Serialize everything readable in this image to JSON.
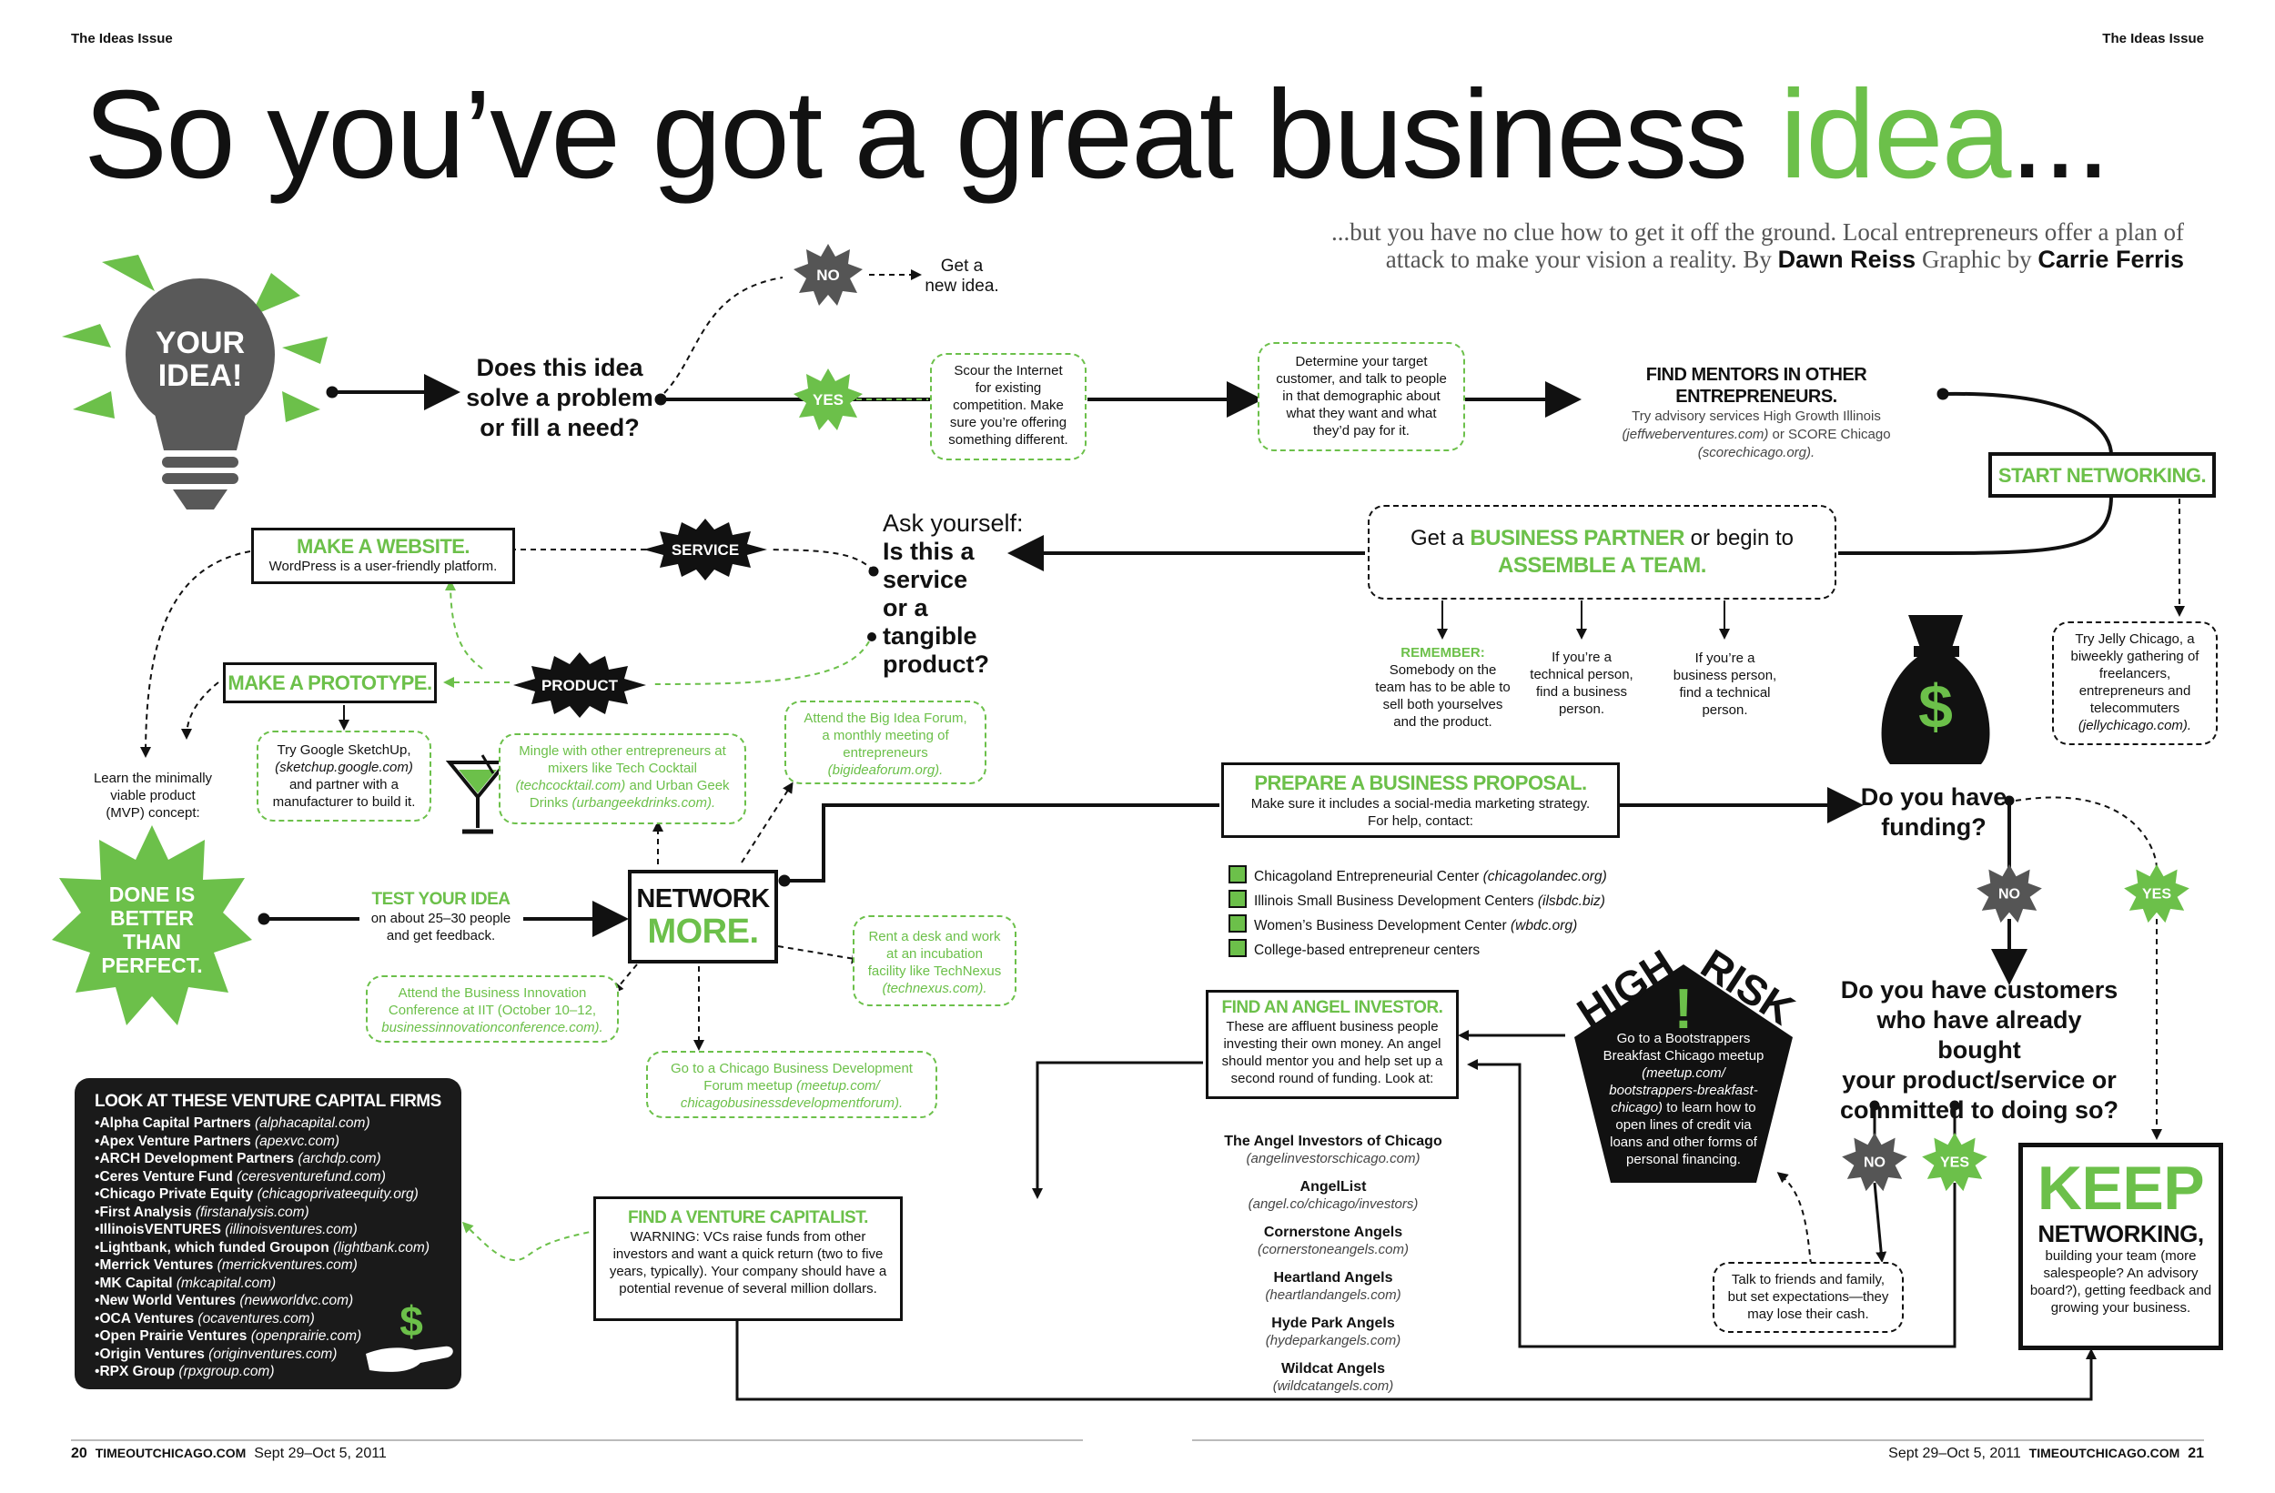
{
  "header": {
    "issue_left": "The Ideas Issue",
    "issue_right": "The Ideas Issue",
    "title_main": "So you’ve got a great business ",
    "title_accent": "idea",
    "title_end": "...",
    "subtitle_line1": "...but you have no clue how to get it off the ground. Local entrepreneurs offer a plan of",
    "subtitle_line2_a": "attack to make your vision a reality. By ",
    "author": "Dawn Reiss",
    "subtitle_line2_b": " Graphic by ",
    "graphic_by": "Carrie Ferris"
  },
  "bulb": {
    "line1": "YOUR",
    "line2": "IDEA!"
  },
  "question_problem": {
    "line1": "Does this idea",
    "line2": "solve a problem",
    "line3": "or fill a need?"
  },
  "badges": {
    "no": "NO",
    "yes": "YES",
    "service": "SERVICE",
    "product": "PRODUCT",
    "dollar": "$"
  },
  "get_new_idea": {
    "line1": "Get a",
    "line2": "new idea."
  },
  "scour": {
    "line1": "Scour the Internet",
    "line2": "for existing",
    "line3": "competition. Make",
    "line4": "sure you’re offering",
    "line5": "something different."
  },
  "target": {
    "line1": "Determine your target",
    "line2": "customer, and talk to people",
    "line3": "in that demographic about",
    "line4": "what they want and what",
    "line5": "they’d pay for it."
  },
  "mentors": {
    "heading": "FIND MENTORS IN OTHER ENTREPRENEURS.",
    "line1": "Try advisory services High Growth Illinois",
    "line2_link": "(jeffweberventures.com)",
    "line2_rest": " or SCORE Chicago",
    "line3_link": "(scorechicago.org)."
  },
  "start_networking": "START NETWORKING.",
  "jelly": {
    "line1": "Try Jelly Chicago, a",
    "line2": "biweekly gathering of",
    "line3": "freelancers,",
    "line4": "entrepreneurs and",
    "line5": "telecommuters",
    "line6_link": "(jellychicago.com)."
  },
  "partner": {
    "a": "Get a ",
    "b": "BUSINESS PARTNER",
    "c": " or begin to",
    "d": "ASSEMBLE A TEAM."
  },
  "remember": {
    "label": "REMEMBER:",
    "line1": "Somebody on the",
    "line2": "team has to be able to",
    "line3": "sell both yourselves",
    "line4": "and the product."
  },
  "technical": {
    "line1": "If you’re a",
    "line2": "technical person,",
    "line3": "find a business",
    "line4": "person."
  },
  "business_person": {
    "line1": "If you’re a",
    "line2": "business person,",
    "line3": "find a technical",
    "line4": "person."
  },
  "ask": {
    "line1": "Ask yourself:",
    "line2": "Is this a",
    "line3": "service",
    "line4": "or a",
    "line5": "tangible",
    "line6": "product?"
  },
  "website": {
    "heading": "MAKE A WEBSITE.",
    "text": "WordPress is a user-friendly platform."
  },
  "prototype": {
    "heading": "MAKE A PROTOTYPE."
  },
  "sketchup": {
    "line1": "Try Google SketchUp,",
    "line2_link": "(sketchup.google.com)",
    "line3": "and partner with a",
    "line4": "manufacturer to build it."
  },
  "mvp": {
    "line1": "Learn the minimally",
    "line2": "viable product",
    "line3": "(MVP) concept:"
  },
  "done": {
    "line1": "DONE IS",
    "line2": "BETTER",
    "line3": "THAN",
    "line4": "PERFECT."
  },
  "test": {
    "heading": "TEST YOUR IDEA",
    "line1": "on about 25–30 people",
    "line2": "and get feedback."
  },
  "network": {
    "line1": "NETWORK",
    "line2": "MORE."
  },
  "mingle": {
    "line1": "Mingle with other entrepreneurs at",
    "line2": "mixers like Tech Cocktail",
    "line3_link": "(techcocktail.com)",
    "line3_rest": " and Urban Geek",
    "line4": "Drinks ",
    "line4_link": "(urbangeekdrinks.com)."
  },
  "bigidea": {
    "line1": "Attend the Big Idea Forum,",
    "line2": "a monthly meeting of",
    "line3": "entrepreneurs",
    "line4_link": "(bigideaforum.org)."
  },
  "rent": {
    "line1": "Rent a desk and work",
    "line2": "at an incubation",
    "line3": "facility like TechNexus",
    "line4_link": "(technexus.com)."
  },
  "bic": {
    "line1": "Attend the Business Innovation",
    "line2": "Conference at IIT (October 10–12,",
    "line3_link": "businessinnovationconference.com)."
  },
  "cbd": {
    "line1": "Go to a Chicago Business Development",
    "line2": "Forum meetup ",
    "line2_link": "(meetup.com/",
    "line3_link": "chicagobusinessdevelopmentforum)."
  },
  "proposal": {
    "heading": "PREPARE A BUSINESS PROPOSAL.",
    "line1": "Make sure it includes a social-media marketing strategy.",
    "line2": "For help, contact:"
  },
  "centers": [
    {
      "name": "Chicagoland Entrepreneurial Center ",
      "site": "(chicagolandec.org)"
    },
    {
      "name": "Illinois Small Business Development Centers ",
      "site": "(ilsbdc.biz)"
    },
    {
      "name": "Women’s Business Development Center ",
      "site": "(wbdc.org)"
    },
    {
      "name": "College-based entrepreneur centers",
      "site": ""
    }
  ],
  "funding": {
    "line1": "Do you have",
    "line2": "funding?"
  },
  "customers": {
    "line1": "Do you have customers",
    "line2": "who have already bought",
    "line3": "your product/service or",
    "line4": "committed to doing so?"
  },
  "angel": {
    "heading": "FIND AN ANGEL INVESTOR.",
    "line1": "These are affluent business people",
    "line2": "investing their own money. An angel",
    "line3": "should mentor you and help set up a",
    "line4": "second round of funding. Look at:"
  },
  "angels": [
    {
      "name": "The Angel Investors of Chicago",
      "site": "(angelinvestorschicago.com)"
    },
    {
      "name": "AngelList",
      "site": "(angel.co/chicago/investors)"
    },
    {
      "name": "Cornerstone Angels",
      "site": "(cornerstoneangels.com)"
    },
    {
      "name": "Heartland Angels",
      "site": "(heartlandangels.com)"
    },
    {
      "name": "Hyde Park Angels",
      "site": "(hydeparkangels.com)"
    },
    {
      "name": "Wildcat Angels",
      "site": "(wildcatangels.com)"
    }
  ],
  "risk": {
    "high": "HIGH",
    "risk": "RISK",
    "bang": "!",
    "line1": "Go to a Bootstrappers",
    "line2": "Breakfast Chicago meetup",
    "line3_link": "(meetup.com/",
    "line4_link": "bootstrappers-breakfast-",
    "line5_link": "chicago)",
    "line5_rest": " to learn how to",
    "line6": "open lines of credit via",
    "line7": "loans and other forms of",
    "line8": "personal financing."
  },
  "friends": {
    "line1": "Talk to friends and family,",
    "line2": "but set expectations—they",
    "line3": "may lose their cash."
  },
  "keep": {
    "big": "KEEP",
    "sub": "NETWORKING,",
    "line1": "building your team (more",
    "line2": "salespeople? An advisory",
    "line3": "board?), getting feedback and",
    "line4": "growing your business."
  },
  "vc_firms": {
    "heading": "LOOK AT THESE VENTURE CAPITAL FIRMS",
    "items": [
      {
        "name": "Alpha Capital Partners ",
        "site": "(alphacapital.com)"
      },
      {
        "name": "Apex Venture Partners ",
        "site": "(apexvc.com)"
      },
      {
        "name": "ARCH Development Partners ",
        "site": "(archdp.com)"
      },
      {
        "name": "Ceres Venture Fund ",
        "site": "(ceresventurefund.com)"
      },
      {
        "name": "Chicago Private Equity ",
        "site": "(chicagoprivateequity.org)"
      },
      {
        "name": "First Analysis ",
        "site": "(firstanalysis.com)"
      },
      {
        "name": "IllinoisVENTURES ",
        "site": "(illinoisventures.com)"
      },
      {
        "name": "Lightbank, which funded Groupon ",
        "site": "(lightbank.com)"
      },
      {
        "name": "Merrick Ventures ",
        "site": "(merrickventures.com)"
      },
      {
        "name": "MK Capital ",
        "site": "(mkcapital.com)"
      },
      {
        "name": "New World Ventures ",
        "site": "(newworldvc.com)"
      },
      {
        "name": "OCA Ventures ",
        "site": "(ocaventures.com)"
      },
      {
        "name": "Open Prairie Ventures ",
        "site": "(openprairie.com)"
      },
      {
        "name": "Origin Ventures ",
        "site": "(originventures.com)"
      },
      {
        "name": "RPX Group ",
        "site": "(rpxgroup.com)"
      }
    ]
  },
  "vc": {
    "heading": "FIND A VENTURE CAPITALIST.",
    "line1": "WARNING: VCs raise funds from other",
    "line2": "investors and want a quick return (two to five",
    "line3": "years, typically). Your company should have a",
    "line4": "potential revenue of several million dollars."
  },
  "footer": {
    "page_left": "20",
    "site_left": "TIMEOUTCHICAGO.COM",
    "date_left": "Sept 29–Oct 5, 2011",
    "date_right": "Sept 29–Oct 5, 2011",
    "site_right": "TIMEOUTCHICAGO.COM",
    "page_right": "21"
  },
  "colors": {
    "accent": "#6cc04a",
    "ink": "#111111",
    "dark_box": "#1a1a1a"
  }
}
